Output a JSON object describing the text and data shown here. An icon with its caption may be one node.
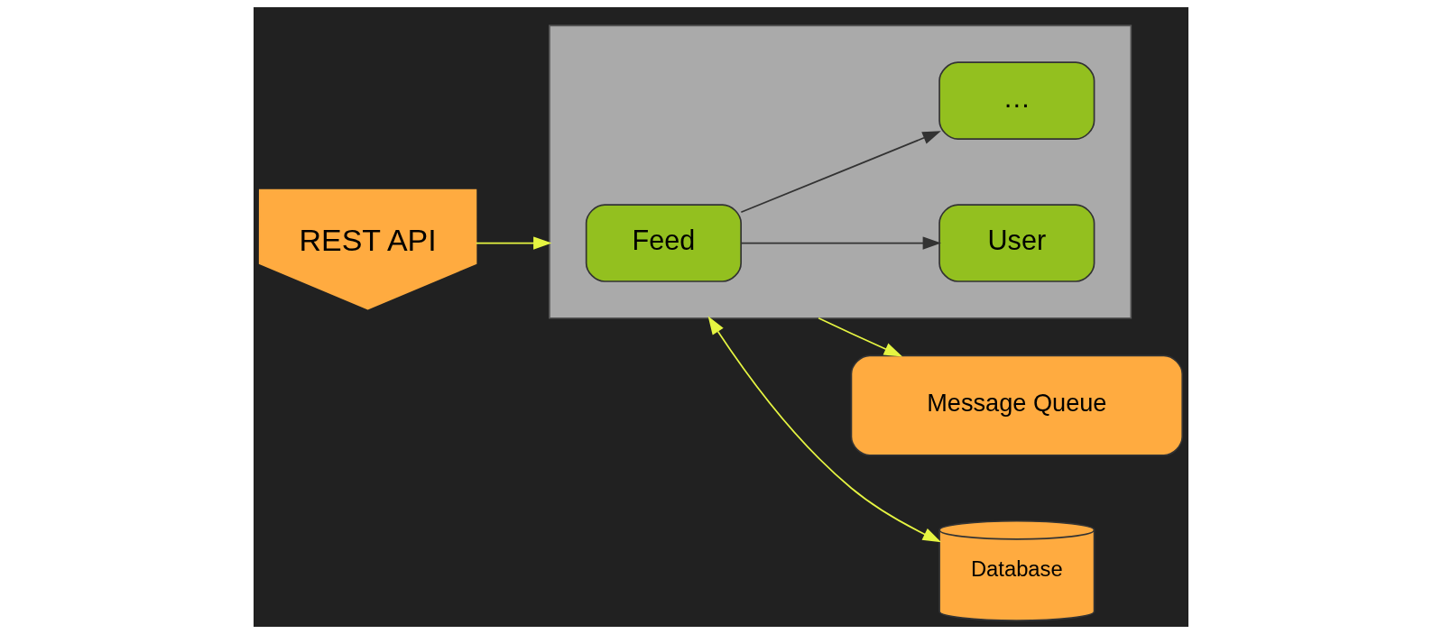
{
  "diagram": {
    "nodes": [
      {
        "text": [
          "REST API"
        ]
      },
      {
        "text": [],
        "shape": "box"
      },
      {
        "text": [
          "Feed"
        ],
        "in": 1
      },
      {
        "text": [
          "User"
        ],
        "in": 1
      },
      {
        "text": [
          "…"
        ],
        "in": 1
      },
      {
        "text": [
          "Message Queue"
        ]
      },
      {
        "text": [
          "Database"
        ]
      }
    ],
    "edges": [
      {
        "from": 0,
        "to": 1,
        "arrow": "to"
      },
      {
        "from": 2,
        "to": 3,
        "arrow": "to",
        "color": "#333333"
      },
      {
        "from": 2,
        "to": 4,
        "arrow": "to",
        "color": "#333333"
      },
      {
        "from": 1,
        "to": 5,
        "arrow": "to"
      },
      {
        "from": 1,
        "to": 6,
        "arrow": "both"
      }
    ]
  }
}
